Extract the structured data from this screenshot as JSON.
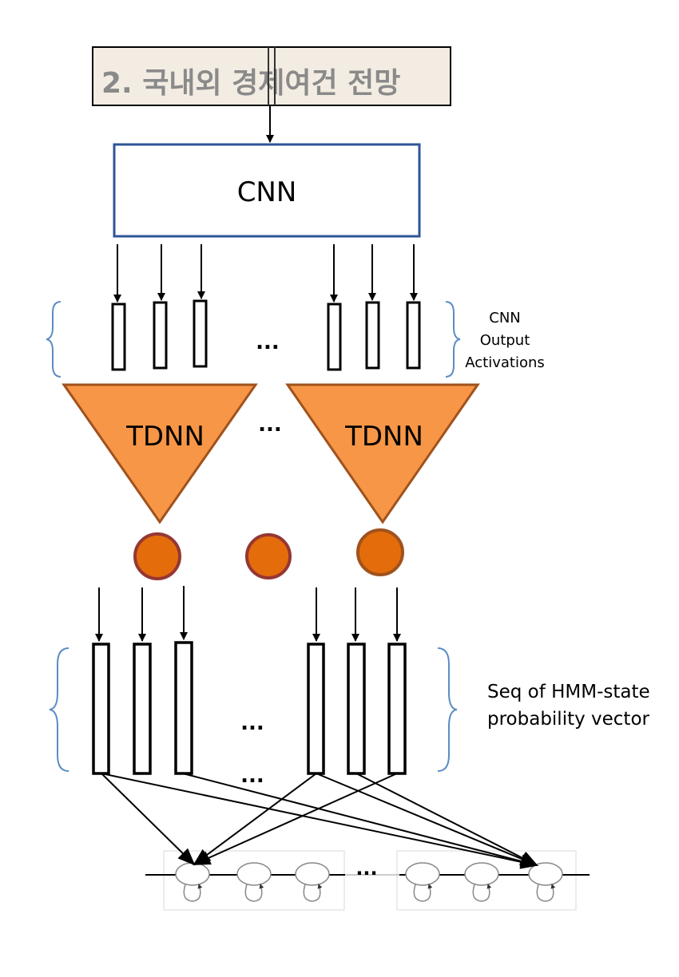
{
  "input_image": {
    "text": "2. 국내외 경제여건 전망"
  },
  "cnn_box": {
    "label": "CNN"
  },
  "cnn_output": {
    "label_line1": "CNN",
    "label_line2": "Output",
    "label_line3": "Activations",
    "ellipsis": "..."
  },
  "tdnn": {
    "label_left": "TDNN",
    "label_right": "TDNN",
    "ellipsis": "..."
  },
  "hmm_vectors": {
    "label_line1": "Seq of HMM-state",
    "label_line2": "probability vector",
    "ellipsis_mid": "...",
    "ellipsis_low": "..."
  },
  "hmm_chain": {
    "ellipsis": "..."
  },
  "colors": {
    "cnn_border": "#2f5597",
    "tdnn_fill": "#f79646",
    "tdnn_border": "#a0521d",
    "node_fill": "#e46c0a",
    "node_border_a": "#953734",
    "node_border_b": "#a0521d",
    "brace": "#5b8cc4",
    "input_bg": "#f3ece2"
  }
}
